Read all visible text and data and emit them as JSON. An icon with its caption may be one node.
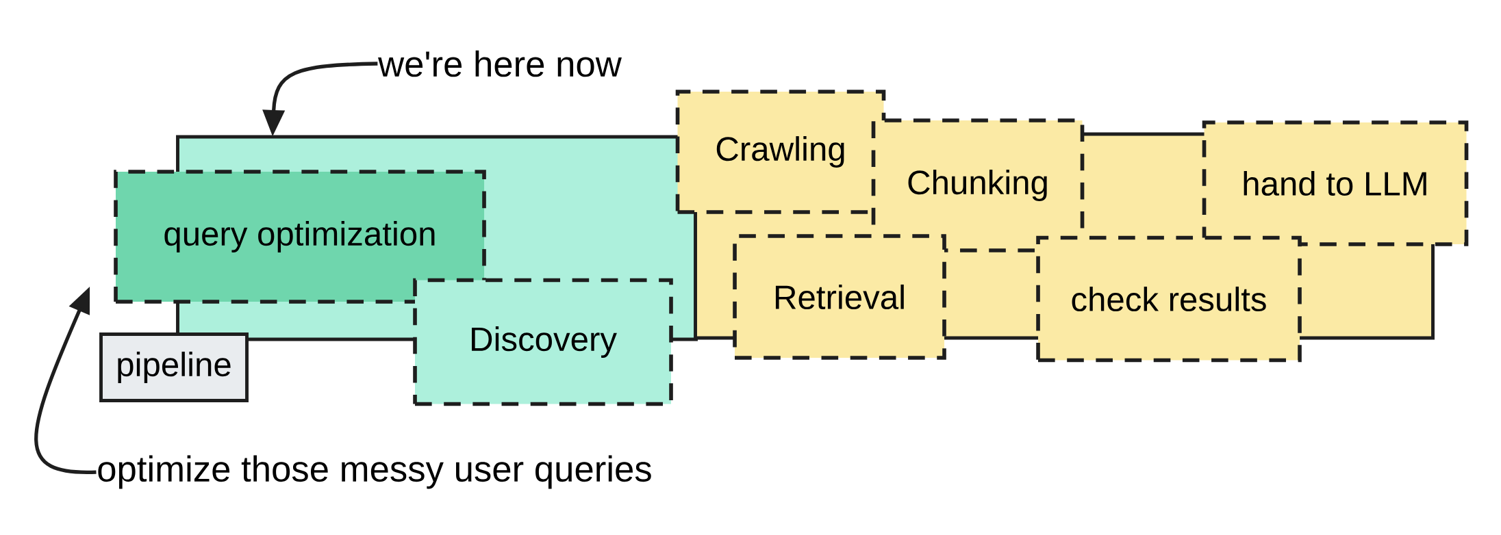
{
  "diagram": {
    "nodes": [
      {
        "text": [],
        "shape": "box"
      },
      {
        "text": [
          "query optimization"
        ]
      },
      {
        "text": [
          "Discovery"
        ]
      },
      {
        "text": [
          "pipeline"
        ]
      },
      {
        "text": [],
        "shape": "box"
      },
      {
        "text": [
          "Crawling"
        ]
      },
      {
        "text": [
          "Chunking"
        ]
      },
      {
        "text": [
          "hand to LLM"
        ]
      },
      {
        "text": [
          "Retrieval"
        ]
      },
      {
        "text": [
          "check results"
        ]
      },
      {
        "text": [
          "we're here now"
        ]
      },
      {
        "text": [
          "optimize those messy user queries"
        ]
      }
    ],
    "edges": [
      {
        "from": 10,
        "to": 0,
        "arrow": "to"
      },
      {
        "from": 11,
        "to": 1,
        "arrow": "to"
      }
    ]
  }
}
